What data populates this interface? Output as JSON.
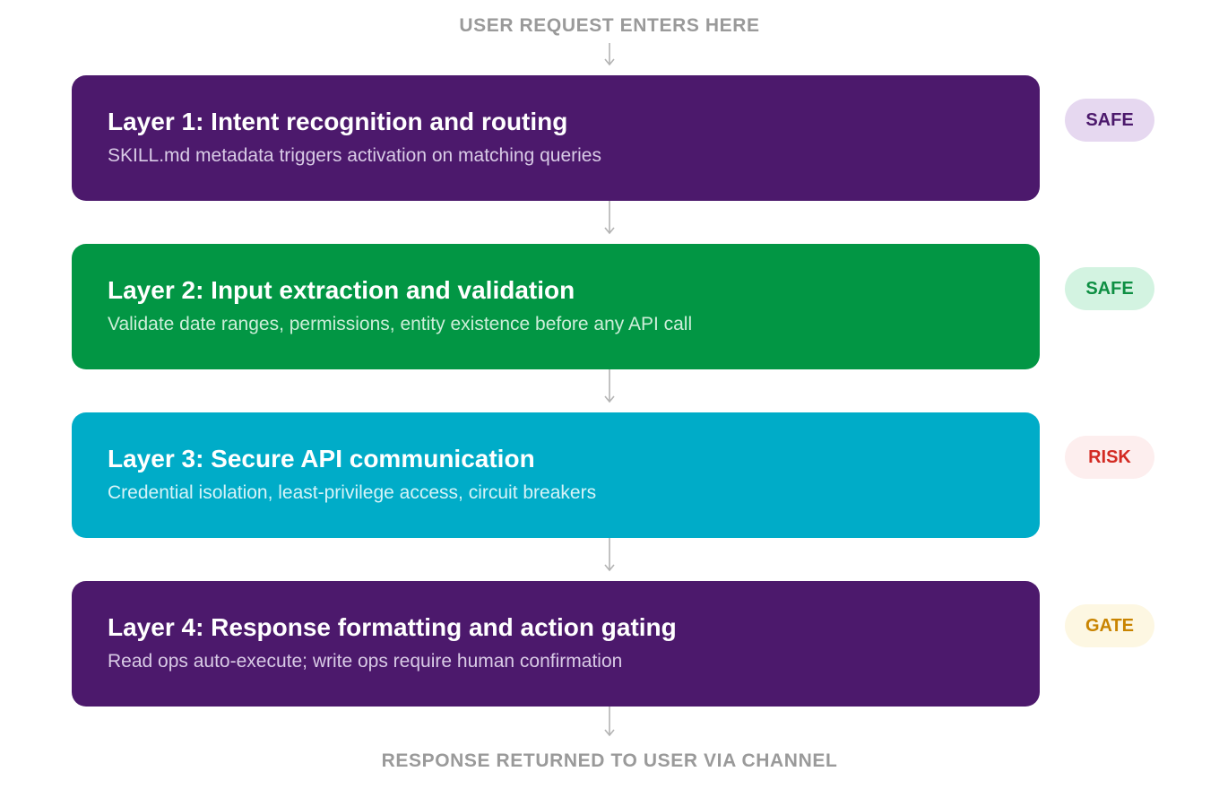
{
  "entry_label": "USER REQUEST ENTERS HERE",
  "exit_label": "RESPONSE RETURNED TO USER VIA CHANNEL",
  "layers": [
    {
      "title": "Layer 1: Intent recognition and routing",
      "description": "SKILL.md metadata triggers activation on matching queries",
      "badge": "SAFE",
      "card_color": "#4c196c",
      "desc_color": "#d9cbe6",
      "badge_bg": "#e6d8f0",
      "badge_fg": "#4c196c"
    },
    {
      "title": "Layer 2: Input extraction and validation",
      "description": "Validate date ranges, permissions, entity existence before any API call",
      "badge": "SAFE",
      "card_color": "#029644",
      "desc_color": "#cdeed9",
      "badge_bg": "#d3f3e1",
      "badge_fg": "#0e8f43"
    },
    {
      "title": "Layer 3: Secure API communication",
      "description": "Credential isolation, least-privilege access, circuit breakers",
      "badge": "RISK",
      "card_color": "#00acc8",
      "desc_color": "#d6f3f8",
      "badge_bg": "#fdeeee",
      "badge_fg": "#d32a22"
    },
    {
      "title": "Layer 4: Response formatting and action gating",
      "description": "Read ops auto-execute; write ops require human confirmation",
      "badge": "GATE",
      "card_color": "#4c196c",
      "desc_color": "#d9cbe6",
      "badge_bg": "#fdf7e2",
      "badge_fg": "#c98400"
    }
  ]
}
